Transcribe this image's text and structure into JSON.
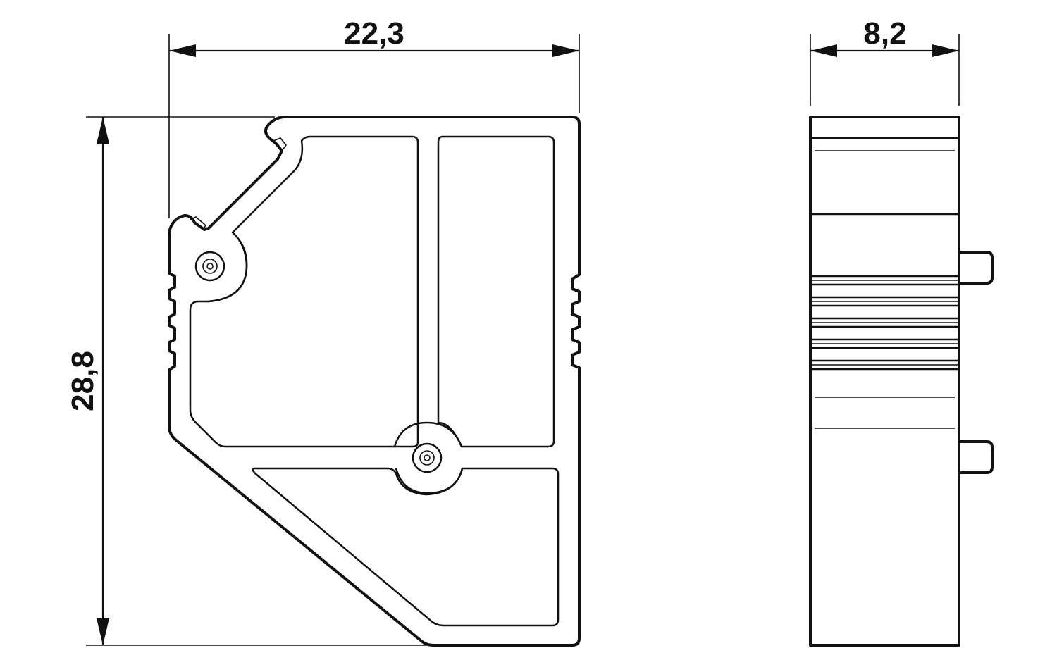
{
  "dimensions": {
    "width_front": "22,3",
    "height_front": "28,8",
    "width_side": "8,2"
  },
  "colors": {
    "line": "#111111",
    "background": "#ffffff"
  }
}
